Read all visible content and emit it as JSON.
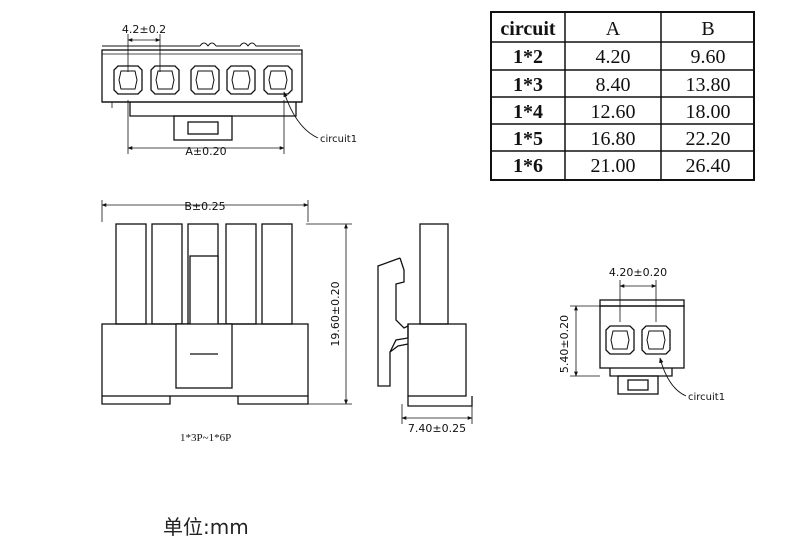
{
  "table": {
    "headers": [
      "circuit",
      "A",
      "B"
    ],
    "rows": [
      [
        "1*2",
        "4.20",
        "9.60"
      ],
      [
        "1*3",
        "8.40",
        "13.80"
      ],
      [
        "1*4",
        "12.60",
        "18.00"
      ],
      [
        "1*5",
        "16.80",
        "22.20"
      ],
      [
        "1*6",
        "21.00",
        "26.40"
      ]
    ]
  },
  "top_view": {
    "pitch_label": "4.2±0.2",
    "a_label": "A±0.20",
    "circuit_label": "circuit1"
  },
  "front_view": {
    "b_label": "B±0.25",
    "height_label": "19.60±0.20",
    "range_label": "1*3P~1*6P"
  },
  "side_view": {
    "width_label": "7.40±0.25"
  },
  "small_view": {
    "pitch_label": "4.20±0.20",
    "height_label": "5.40±0.20",
    "circuit_label": "circuit1"
  },
  "unit_label": "单位:mm"
}
